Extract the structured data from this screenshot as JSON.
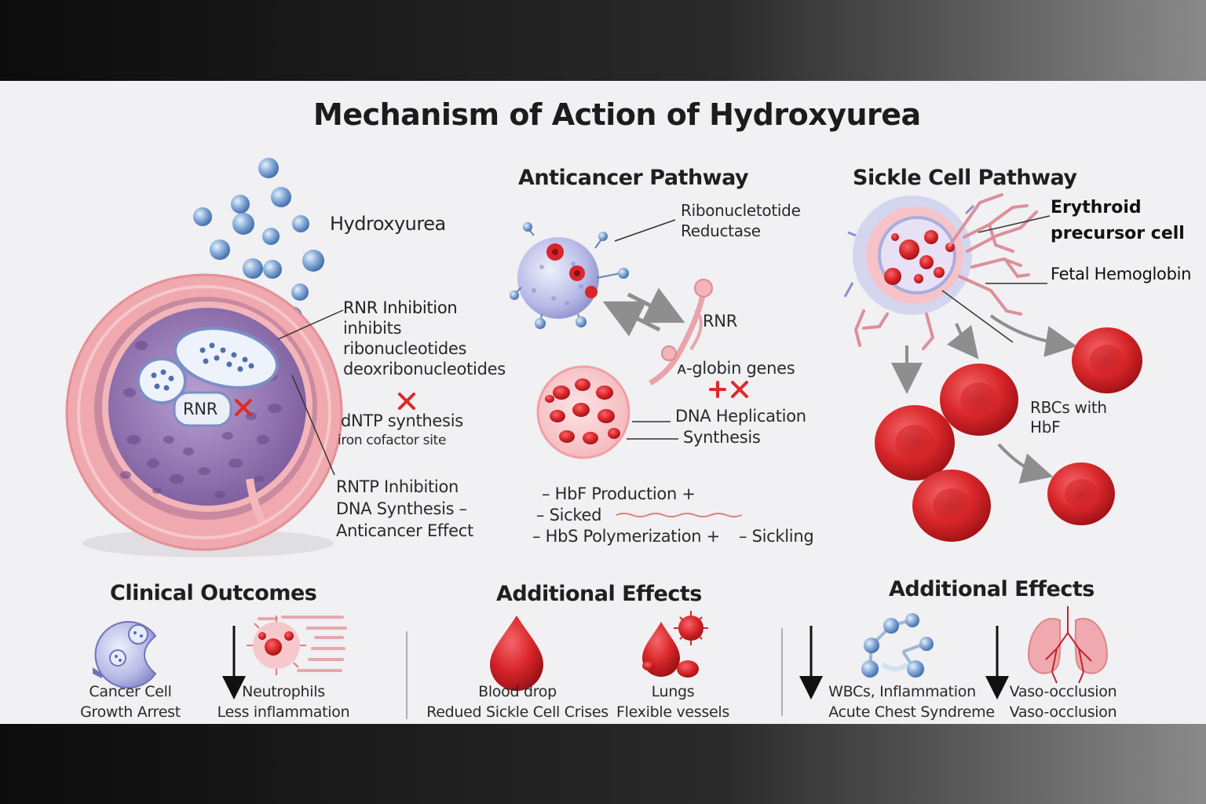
{
  "title": "Mechanism of Action of Hydroxyurea",
  "left_panel": {
    "hydroxyurea_label": "Hydroxyurea",
    "rnr_inhibition": {
      "heading": "RNR Inhibition",
      "lines": [
        "inhibits",
        "ribonucleotides",
        "deoxribonucleotides"
      ]
    },
    "rnr_box_label": "RNR",
    "dntp_synthesis": "dNTP synthesis",
    "iron_cofactor": "iron cofactor site",
    "rntp": {
      "lines": [
        "RNTP Inhibition",
        "DNA Synthesis –",
        "Anticancer Effect"
      ]
    }
  },
  "anticancer": {
    "heading": "Anticancer Pathway",
    "rr_label_lines": [
      "Ribonucletotide",
      "Reductase"
    ],
    "rnr_label": "RNR",
    "globin_genes": "ᴀ-globin genes",
    "dna_lines": [
      "DNA Heplication",
      "Synthesis"
    ],
    "hbf_production": "– HbF Production +",
    "sicked": "– Sicked",
    "hbs_polymerization": "– HbS Polymerization +",
    "sickling": "– Sickling"
  },
  "sickle": {
    "heading": "Sickle Cell Pathway",
    "erythroid_lines": [
      "Erythroid",
      "precursor cell"
    ],
    "fetal_hemoglobin": "Fetal Hemoglobin",
    "rbcs_lines": [
      "RBCs with",
      "HbF"
    ]
  },
  "clinical": {
    "heading": "Clinical Outcomes",
    "items": [
      {
        "lines": [
          "Cancer Cell",
          "Growth Arrest"
        ]
      },
      {
        "lines": [
          "Neutrophils",
          "Less inflammation"
        ]
      }
    ]
  },
  "additional_mid": {
    "heading": "Additional Effects",
    "items": [
      {
        "lines": [
          "Blood drop",
          "Redued Sickle Cell Crises"
        ]
      },
      {
        "lines": [
          "Lungs",
          "Flexible vessels"
        ]
      }
    ]
  },
  "additional_right": {
    "heading": "Additional Effects",
    "items": [
      {
        "lines": [
          "WBCs, Inflammation",
          "Acute Chest Syndreme"
        ]
      },
      {
        "lines": [
          "Vaso-occlusion",
          "Vaso-occlusion"
        ]
      }
    ]
  },
  "colors": {
    "panel_bg": "#f1f0f2",
    "rbc_red": "#d8262a",
    "molecule_blue": "#6b93c8",
    "cell_pink": "#f0a9ae",
    "cell_purple": "#9a7fb6",
    "inhibit_red": "#e0282a"
  }
}
